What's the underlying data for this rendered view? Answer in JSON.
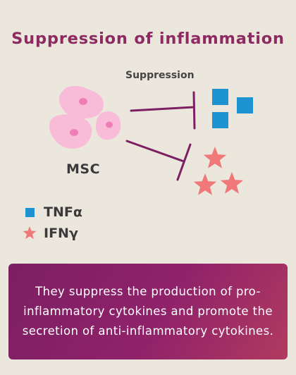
{
  "title": "Suppression of inflammation",
  "diagram": {
    "suppression_label": "Suppression",
    "msc_label": "MSC"
  },
  "legend": [
    {
      "symbol": "square",
      "color": "#1d93cf",
      "label": "TNFα"
    },
    {
      "symbol": "star",
      "color": "#f07878",
      "label": "IFNγ"
    }
  ],
  "colors": {
    "title": "#8d2a62",
    "inhibition_line": "#7c1f63",
    "cell_fill": "#f8bcd8",
    "cell_nucleus": "#ee7fb6",
    "tnf": "#1d93cf",
    "ifn": "#f07878",
    "panel_start": "#7c1f63",
    "panel_end": "#b03a5f"
  },
  "description": "They suppress the production of pro-inflammatory cytokines and promote the secretion of anti-inflammatory cytokines."
}
